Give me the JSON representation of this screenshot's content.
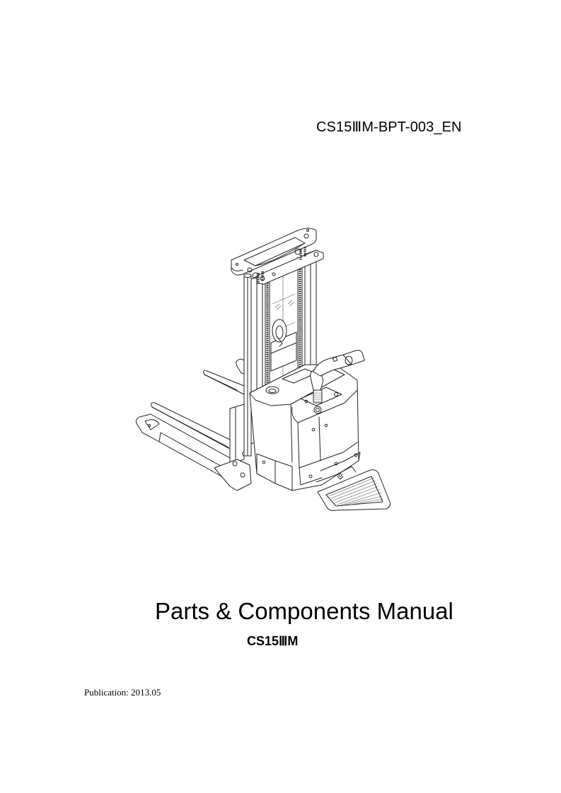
{
  "document": {
    "code": "CS15ⅢM-BPT-003_EN",
    "title": "Parts & Components Manual",
    "model": "CS15ⅢM",
    "publication_label": "Publication:",
    "publication_date": "2013.05",
    "publication": "Publication: 2013.05"
  },
  "illustration": {
    "subject": "electric walkie pallet stacker line drawing",
    "icon": "forklift-stacker-illustration"
  }
}
